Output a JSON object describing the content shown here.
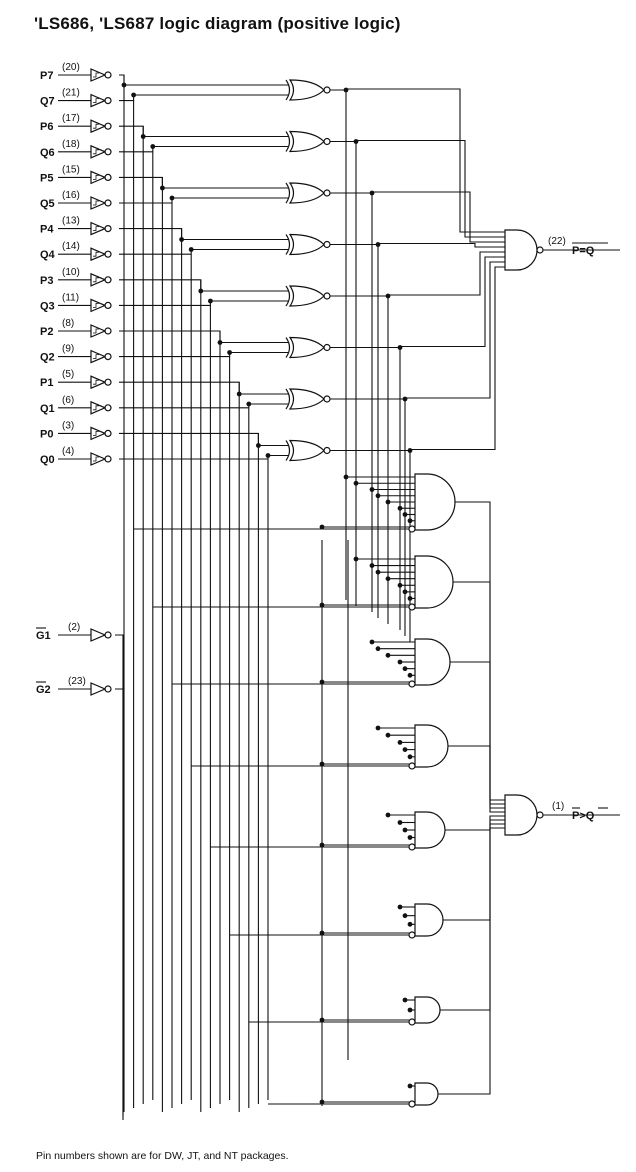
{
  "title": "'LS686, 'LS687 logic diagram (positive logic)",
  "footnote": "Pin numbers shown are for DW, JT, and NT packages.",
  "inputs": [
    {
      "label": "P7",
      "pin": "(20)"
    },
    {
      "label": "Q7",
      "pin": "(21)"
    },
    {
      "label": "P6",
      "pin": "(17)"
    },
    {
      "label": "Q6",
      "pin": "(18)"
    },
    {
      "label": "P5",
      "pin": "(15)"
    },
    {
      "label": "Q5",
      "pin": "(16)"
    },
    {
      "label": "P4",
      "pin": "(13)"
    },
    {
      "label": "Q4",
      "pin": "(14)"
    },
    {
      "label": "P3",
      "pin": "(10)"
    },
    {
      "label": "Q3",
      "pin": "(11)"
    },
    {
      "label": "P2",
      "pin": "(8)"
    },
    {
      "label": "Q2",
      "pin": "(9)"
    },
    {
      "label": "P1",
      "pin": "(5)"
    },
    {
      "label": "Q1",
      "pin": "(6)"
    },
    {
      "label": "P0",
      "pin": "(3)"
    },
    {
      "label": "Q0",
      "pin": "(4)"
    }
  ],
  "enables": [
    {
      "label": "G1",
      "pin": "(2)"
    },
    {
      "label": "G2",
      "pin": "(23)"
    }
  ],
  "outputs": [
    {
      "label": "P=Q",
      "pin": "(22)"
    },
    {
      "label": "P>Q",
      "pin": "(1)"
    }
  ]
}
